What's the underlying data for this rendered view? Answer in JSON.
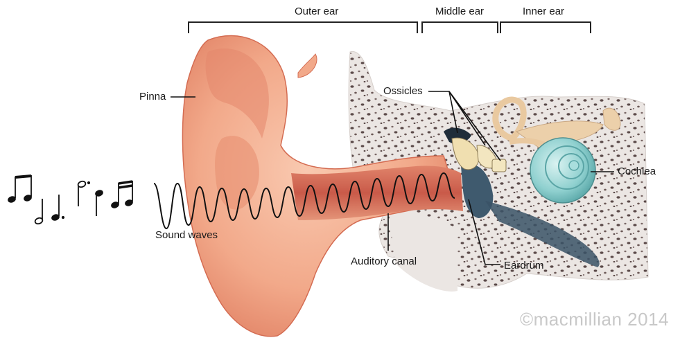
{
  "sections": {
    "outer_ear": "Outer ear",
    "middle_ear": "Middle ear",
    "inner_ear": "Inner ear"
  },
  "labels": {
    "pinna": "Pinna",
    "ossicles": "Ossicles",
    "cochlea": "Cochlea",
    "sound_waves": "Sound waves",
    "auditory_canal": "Auditory canal",
    "eardrum": "Eardrum"
  },
  "copyright": "©macmillian 2014",
  "colors": {
    "skin": "#f2a98a",
    "skin_dark": "#d9735a",
    "canal": "#c95a49",
    "bone": "#ebe6e3",
    "bone_speckle": "#5b4a49",
    "cochlea": "#8fd0cf",
    "ossicle": "#f0dfb0",
    "eardrum_nerve": "#3f5a6e",
    "label_text": "#1a1a1a",
    "copyright": "#c8c8c8"
  },
  "icons": [
    "musical-notes-icon"
  ]
}
